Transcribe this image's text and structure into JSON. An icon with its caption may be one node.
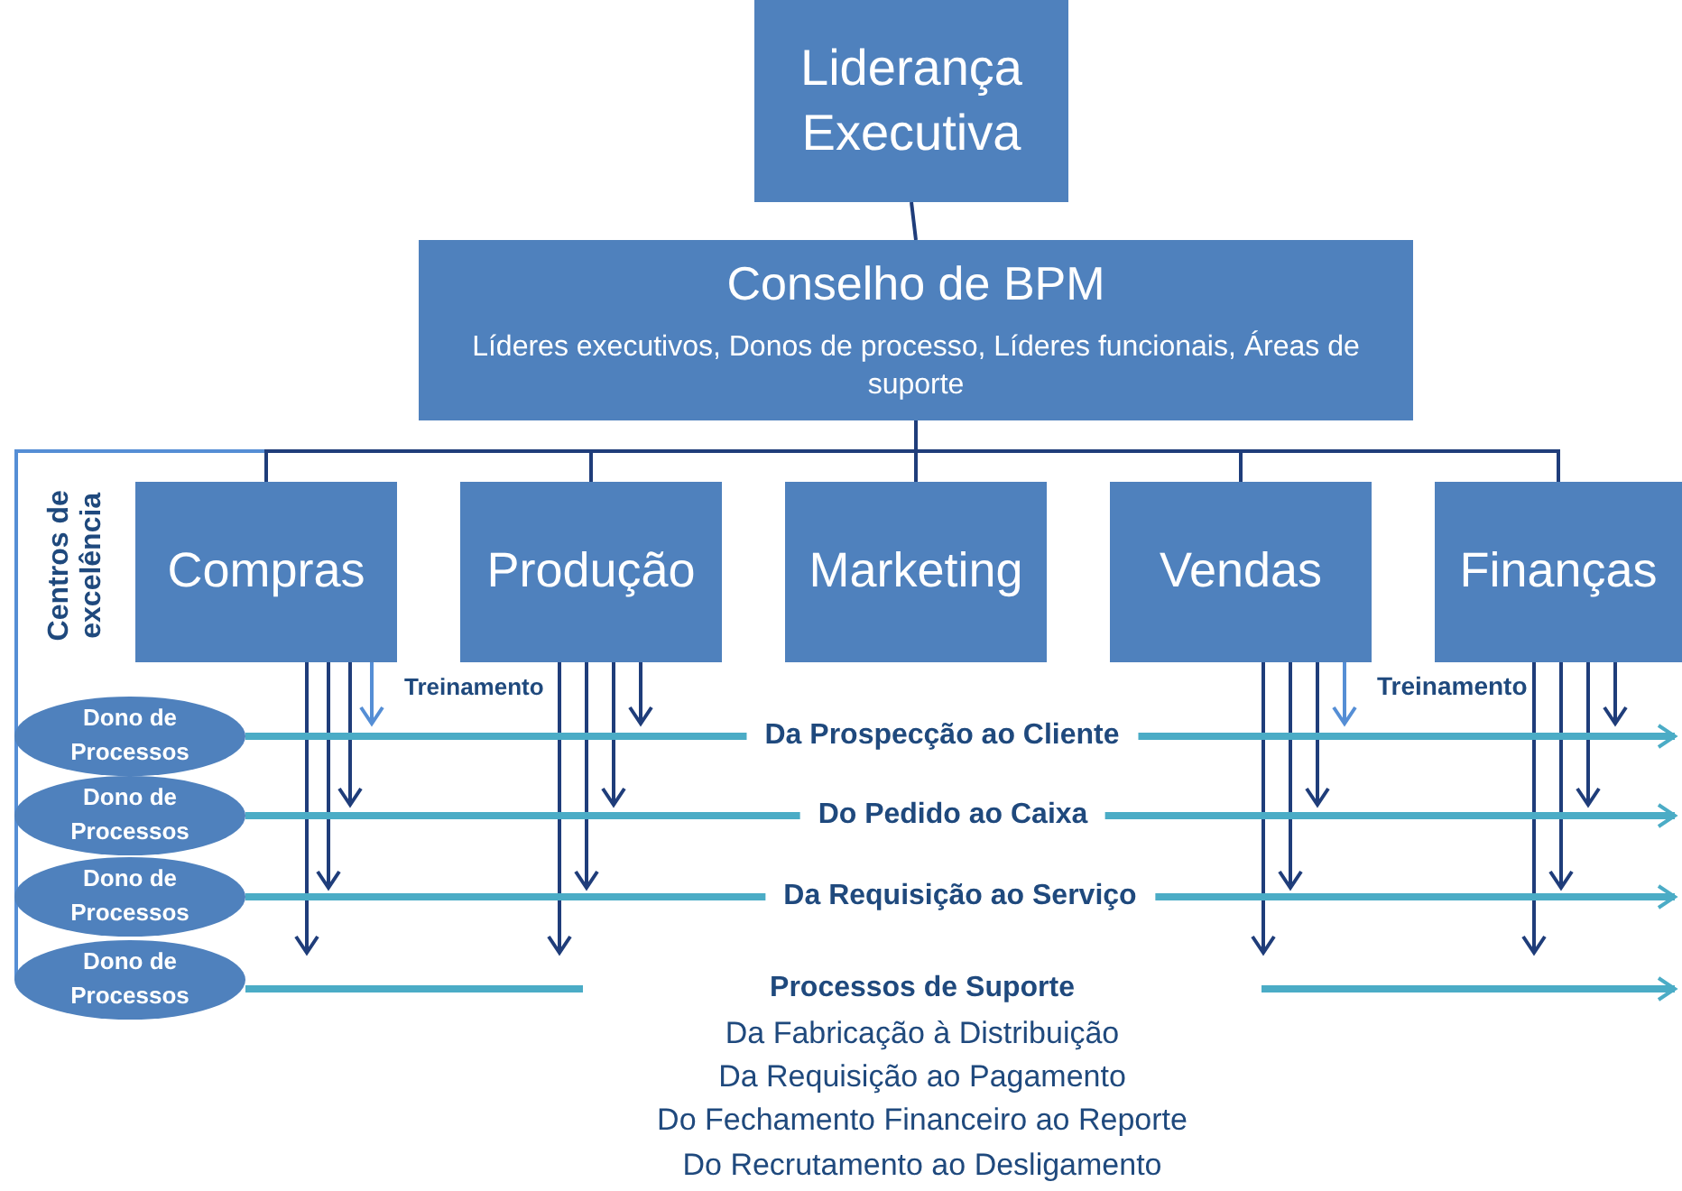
{
  "diagram": {
    "nodes": [
      {
        "text": [
          "Liderança Executiva"
        ]
      },
      {
        "text": [
          "Conselho de BPM",
          "Líderes executivos, Donos de processo, Líderes funcionais, Áreas de suporte"
        ]
      },
      {
        "text": [
          "Compras"
        ]
      },
      {
        "text": [
          "Produção"
        ]
      },
      {
        "text": [
          "Marketing"
        ]
      },
      {
        "text": [
          "Vendas"
        ]
      },
      {
        "text": [
          "Finanças"
        ]
      },
      {
        "text": [
          "Dono de Processos"
        ]
      },
      {
        "text": [
          "Dono de Processos"
        ]
      },
      {
        "text": [
          "Dono de Processos"
        ]
      },
      {
        "text": [
          "Dono de Processos"
        ]
      }
    ],
    "edges": [
      {
        "from": 0,
        "to": 1,
        "arrow": "none"
      },
      {
        "from": 1,
        "to": 2,
        "arrow": "none"
      },
      {
        "from": 1,
        "to": 3,
        "arrow": "none"
      },
      {
        "from": 1,
        "to": 4,
        "arrow": "none"
      },
      {
        "from": 1,
        "to": 5,
        "arrow": "none"
      },
      {
        "from": 1,
        "to": 6,
        "arrow": "none"
      },
      {
        "from": 2,
        "to": null,
        "arrow": "to"
      },
      {
        "from": 2,
        "to": null,
        "arrow": "to"
      },
      {
        "from": 2,
        "to": null,
        "arrow": "to"
      },
      {
        "from": 2,
        "to": null,
        "arrow": "to",
        "color": "#558ed5"
      },
      {
        "from": 3,
        "to": null,
        "arrow": "to"
      },
      {
        "from": 3,
        "to": null,
        "arrow": "to"
      },
      {
        "from": 3,
        "to": null,
        "arrow": "to"
      },
      {
        "from": 3,
        "to": null,
        "arrow": "to"
      },
      {
        "from": 5,
        "to": null,
        "arrow": "to"
      },
      {
        "from": 5,
        "to": null,
        "arrow": "to"
      },
      {
        "from": 5,
        "to": null,
        "arrow": "to"
      },
      {
        "from": 5,
        "to": null,
        "arrow": "to",
        "color": "#558ed5"
      },
      {
        "from": 6,
        "to": null,
        "arrow": "to"
      },
      {
        "from": 6,
        "to": null,
        "arrow": "to"
      },
      {
        "from": 6,
        "to": null,
        "arrow": "to"
      },
      {
        "from": 6,
        "to": null,
        "arrow": "to"
      },
      {
        "from": 7,
        "to": null,
        "arrow": "to",
        "label": "Da Prospecção ao Cliente",
        "style": "thick",
        "color": "#4bacc6"
      },
      {
        "from": 8,
        "to": null,
        "arrow": "to",
        "label": "Do Pedido ao Caixa",
        "style": "thick",
        "color": "#4bacc6"
      },
      {
        "from": 9,
        "to": null,
        "arrow": "to",
        "label": "Da Requisição ao Serviço",
        "style": "thick",
        "color": "#4bacc6"
      },
      {
        "from": 10,
        "to": null,
        "arrow": "to",
        "label": "Processos de Suporte",
        "style": "thick",
        "color": "#4bacc6"
      },
      {
        "from": 1,
        "to": 10,
        "arrow": "none",
        "color": "#558ed5"
      }
    ],
    "labels": [
      "Centros de excelência",
      "Treinamento",
      "Treinamento",
      "Da Fabricação à Distribuição",
      "Da Requisição ao Pagamento",
      "Do Fechamento Financeiro ao Reporte",
      "Do Recrutamento ao Desligamento"
    ]
  }
}
